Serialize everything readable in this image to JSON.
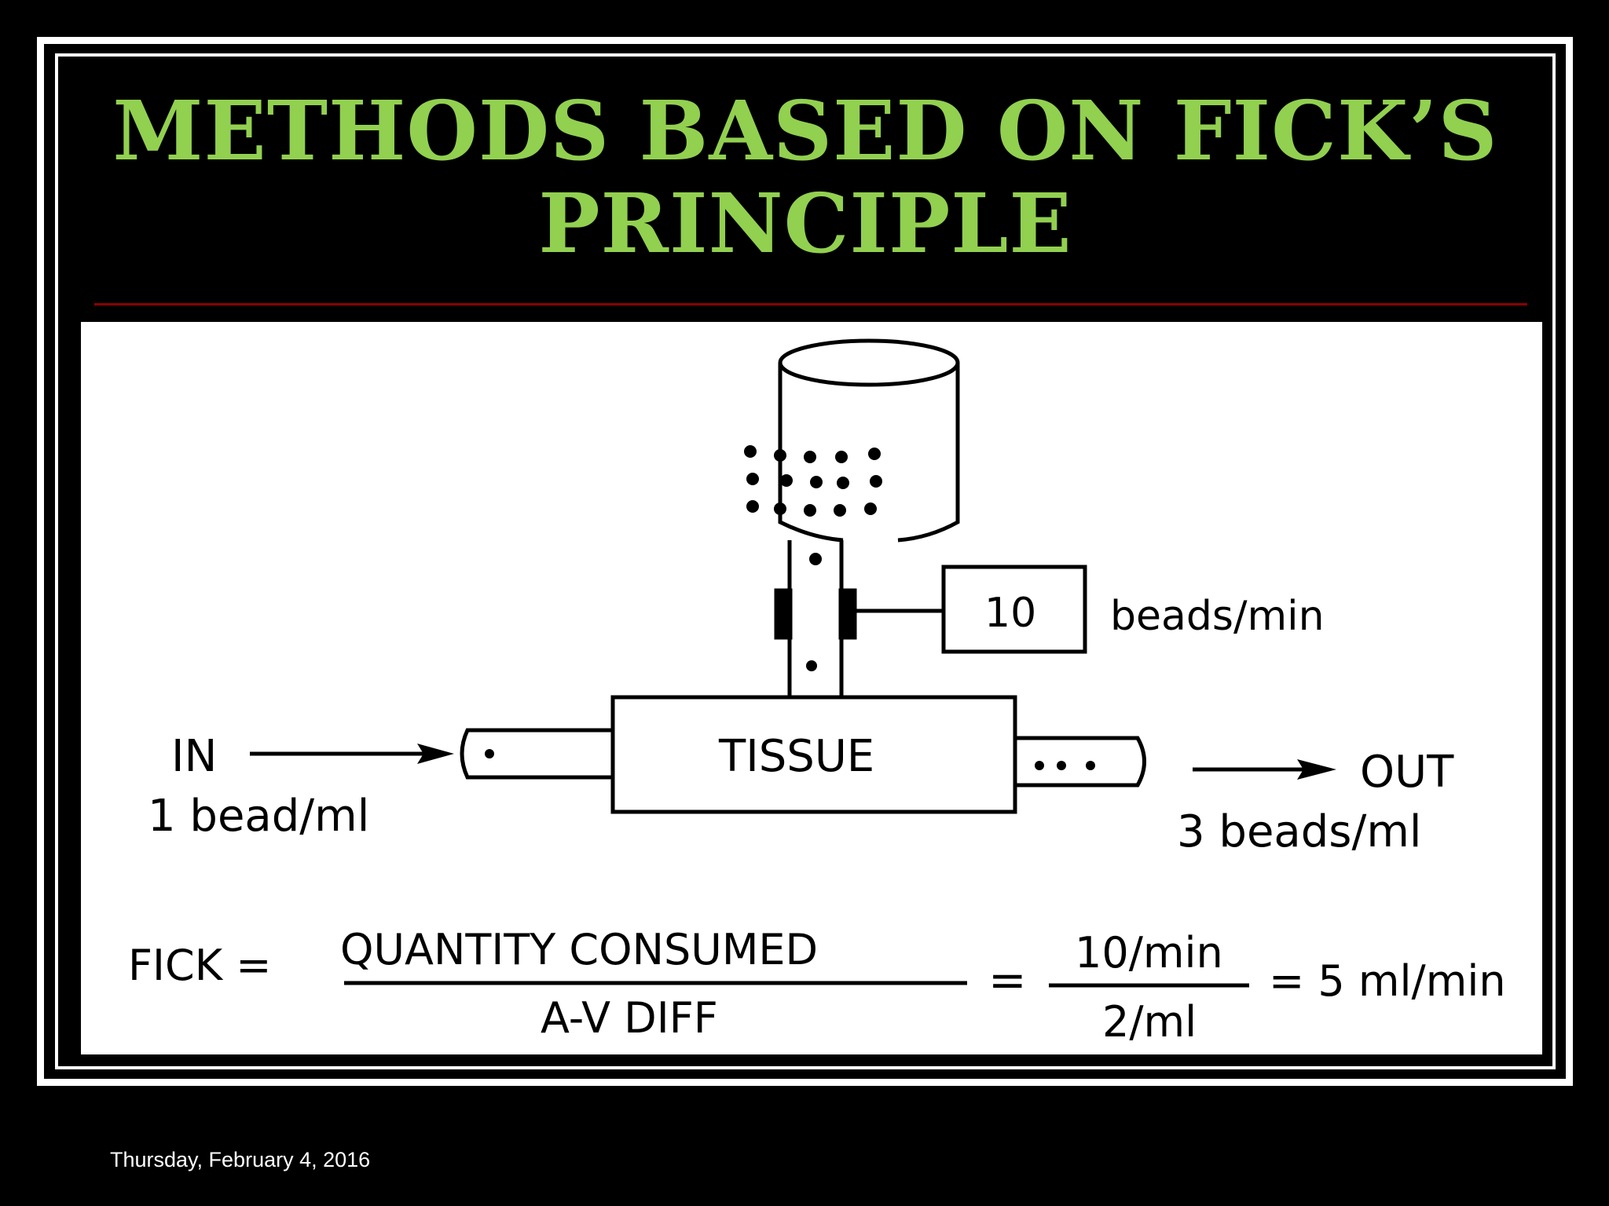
{
  "slide": {
    "title_line1": "METHODS BASED ON FICK’S",
    "title_line2": "PRINCIPLE",
    "footer_date": "Thursday, February 4, 2016",
    "title_color": "#92d050",
    "rule_color": "#8b0000"
  },
  "diagram": {
    "pump_value": "10",
    "pump_unit": "beads/min",
    "organ_label": "TISSUE",
    "inflow_label": "IN",
    "inflow_conc": "1 bead/ml",
    "outflow_label": "OUT",
    "outflow_conc": "3 beads/ml",
    "formula_lhs": "FICK =",
    "formula_numerator": "QUANTITY CONSUMED",
    "formula_denominator": "A-V DIFF",
    "equals_sign": "=",
    "value_numerator": "10/min",
    "value_denominator": "2/ml",
    "result": "= 5 ml/min"
  }
}
